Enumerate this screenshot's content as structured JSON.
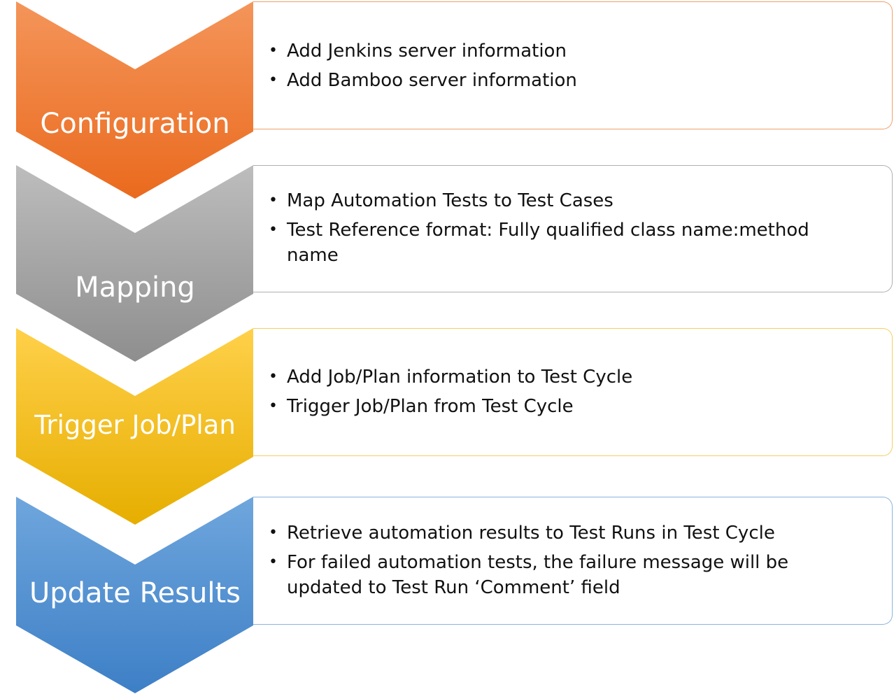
{
  "steps": [
    {
      "label": "Configuration",
      "color_top": "#f4955a",
      "color_bottom": "#ea6a1e",
      "border": "#f0a06a",
      "bullets": [
        "Add Jenkins server information",
        "Add Bamboo server information"
      ]
    },
    {
      "label": "Mapping",
      "color_top": "#bdbdbd",
      "color_bottom": "#8e8e8e",
      "border": "#b0b0b0",
      "bullets": [
        "Map Automation Tests to Test Cases",
        "Test Reference format: Fully qualified class name:method name"
      ]
    },
    {
      "label": "Trigger Job/Plan",
      "color_top": "#ffd04a",
      "color_bottom": "#e6ae00",
      "border": "#f5cf60",
      "bullets": [
        "Add Job/Plan information to Test Cycle",
        "Trigger Job/Plan from Test Cycle"
      ]
    },
    {
      "label": "Update Results",
      "color_top": "#6fa6dd",
      "color_bottom": "#3d7fc6",
      "border": "#8ab4de",
      "bullets": [
        "Retrieve automation results to Test Runs in Test Cycle",
        "For failed automation tests, the failure message will be updated to Test Run ‘Comment’ field"
      ]
    }
  ],
  "bullet_glyph": "•"
}
